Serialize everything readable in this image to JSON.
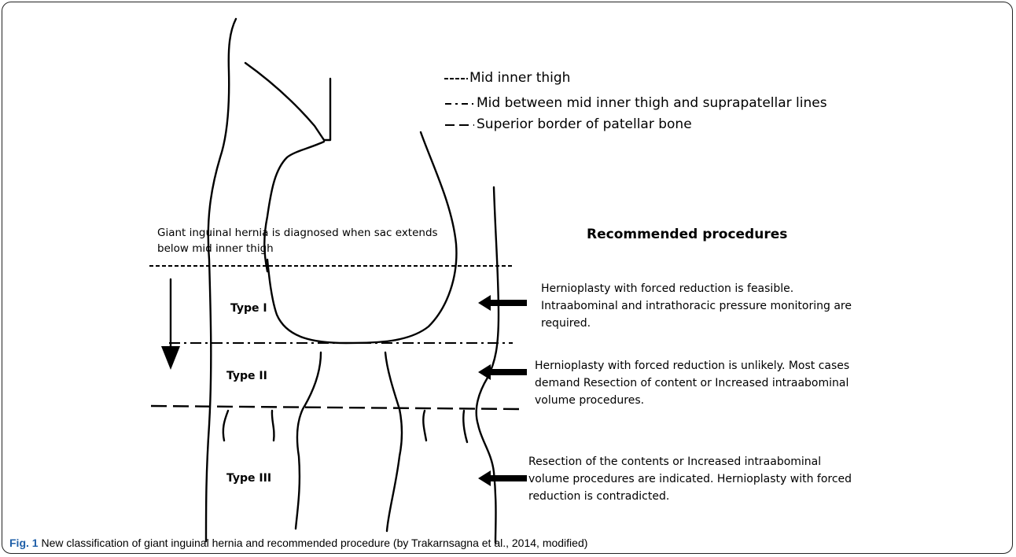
{
  "legend": [
    {
      "style": "short-dash",
      "label": "Mid inner thigh"
    },
    {
      "style": "dash-dot",
      "label": "Mid between mid inner thigh and suprapatellar lines"
    },
    {
      "style": "long-dash",
      "label": "Superior border of patellar bone"
    }
  ],
  "diagnosis_note": "Giant inguinal hernia is diagnosed when sac extends below mid inner thigh",
  "procedures_heading": "Recommended procedures",
  "types": [
    "Type I",
    "Type II",
    "Type III"
  ],
  "procedures": [
    "Hernioplasty with forced reduction is feasible. Intraabominal and intrathoracic pressure monitoring are required.",
    "Hernioplasty with forced reduction is unlikely. Most cases demand Resection of content or Increased intraabominal volume procedures.",
    "Resection of the contents or Increased intraabominal volume procedures are indicated. Hernioplasty with forced reduction is contradicted."
  ],
  "caption": {
    "label": "Fig. 1",
    "text": "New classification of giant inguinal hernia and recommended procedure (by Trakarnsagna et al., 2014, modified)"
  },
  "colors": {
    "line": "#000000",
    "caption_label": "#1f5fa8",
    "frame": "#222222"
  }
}
